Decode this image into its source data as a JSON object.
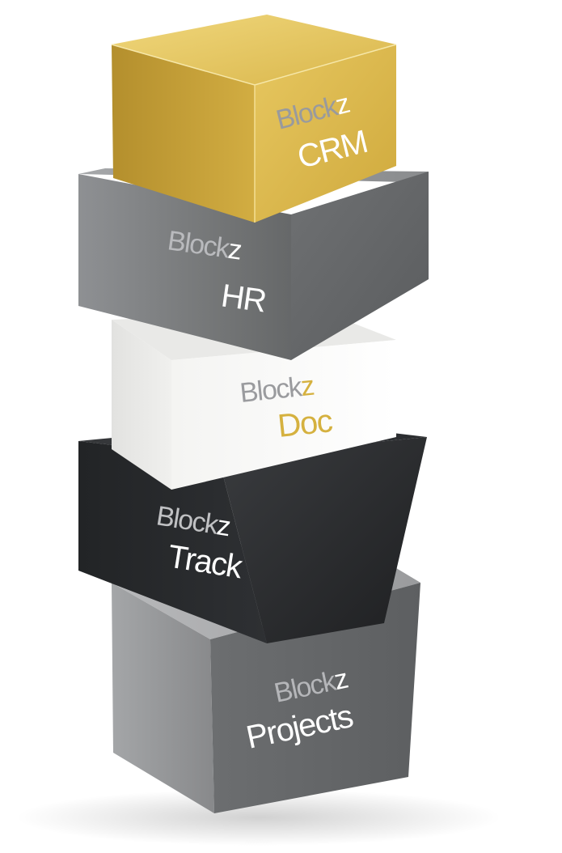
{
  "brand": {
    "prefix": "Block",
    "suffix": "z"
  },
  "blocks": [
    {
      "product": "CRM",
      "colors": {
        "block": "#999a9d",
        "z": "#ffffff",
        "product": "#ffffff"
      }
    },
    {
      "product": "HR",
      "colors": {
        "block": "#b9babd",
        "z": "#ffffff",
        "product": "#ffffff"
      }
    },
    {
      "product": "Doc",
      "colors": {
        "block": "#9a9b9e",
        "z": "#d5b13f",
        "product": "#d5b13f"
      }
    },
    {
      "product": "Track",
      "colors": {
        "block": "#c0c1c3",
        "z": "#ffffff",
        "product": "#ffffff"
      }
    },
    {
      "product": "Projects",
      "colors": {
        "block": "#b5b6b9",
        "z": "#ffffff",
        "product": "#ffffff"
      }
    }
  ]
}
